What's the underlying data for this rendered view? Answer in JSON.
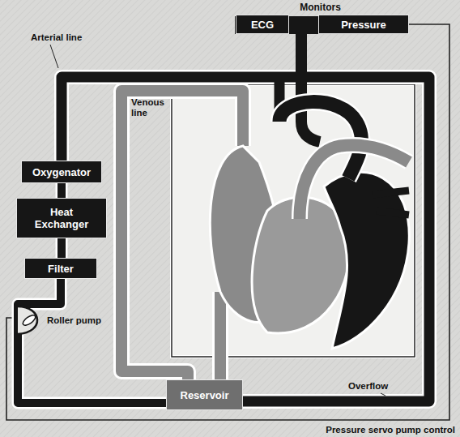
{
  "diagram": {
    "nodes": [
      {
        "text": [
          "Monitors"
        ]
      },
      {
        "text": [
          "ECG"
        ],
        "in": 0
      },
      {
        "text": [
          "Pressure"
        ],
        "in": 0
      },
      {
        "text": [
          "Oxygenator"
        ]
      },
      {
        "text": [
          "Heat Exchanger"
        ]
      },
      {
        "text": [
          "Filter"
        ]
      },
      {
        "text": [
          "Reservoir"
        ]
      }
    ],
    "edges": [
      {
        "from": 3,
        "to": 4,
        "arrow": "none"
      },
      {
        "from": 4,
        "to": 5,
        "arrow": "none"
      },
      {
        "from": 5,
        "to": 6,
        "arrow": "none"
      }
    ],
    "labels": [
      "Arterial line",
      "Venous line",
      "Roller pump",
      "Overflow",
      "Pressure servo pump control"
    ]
  }
}
